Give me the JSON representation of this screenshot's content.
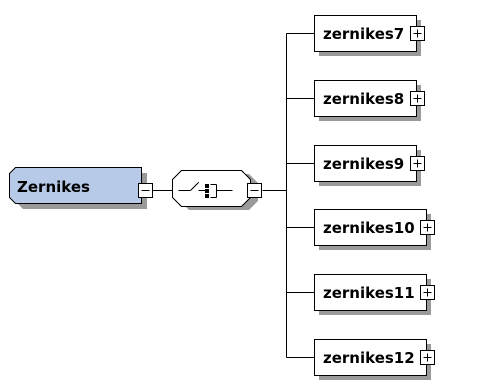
{
  "root": {
    "label": "Zernikes",
    "fill": "#b7cbe8",
    "toggle": "collapse"
  },
  "compositor": {
    "type": "sequence",
    "icon": "sequence-compositor-icon",
    "toggle": "collapse"
  },
  "children": [
    {
      "label": "zernikes7",
      "toggle": "expand"
    },
    {
      "label": "zernikes8",
      "toggle": "expand"
    },
    {
      "label": "zernikes9",
      "toggle": "expand"
    },
    {
      "label": "zernikes10",
      "toggle": "expand"
    },
    {
      "label": "zernikes11",
      "toggle": "expand"
    },
    {
      "label": "zernikes12",
      "toggle": "expand"
    }
  ]
}
